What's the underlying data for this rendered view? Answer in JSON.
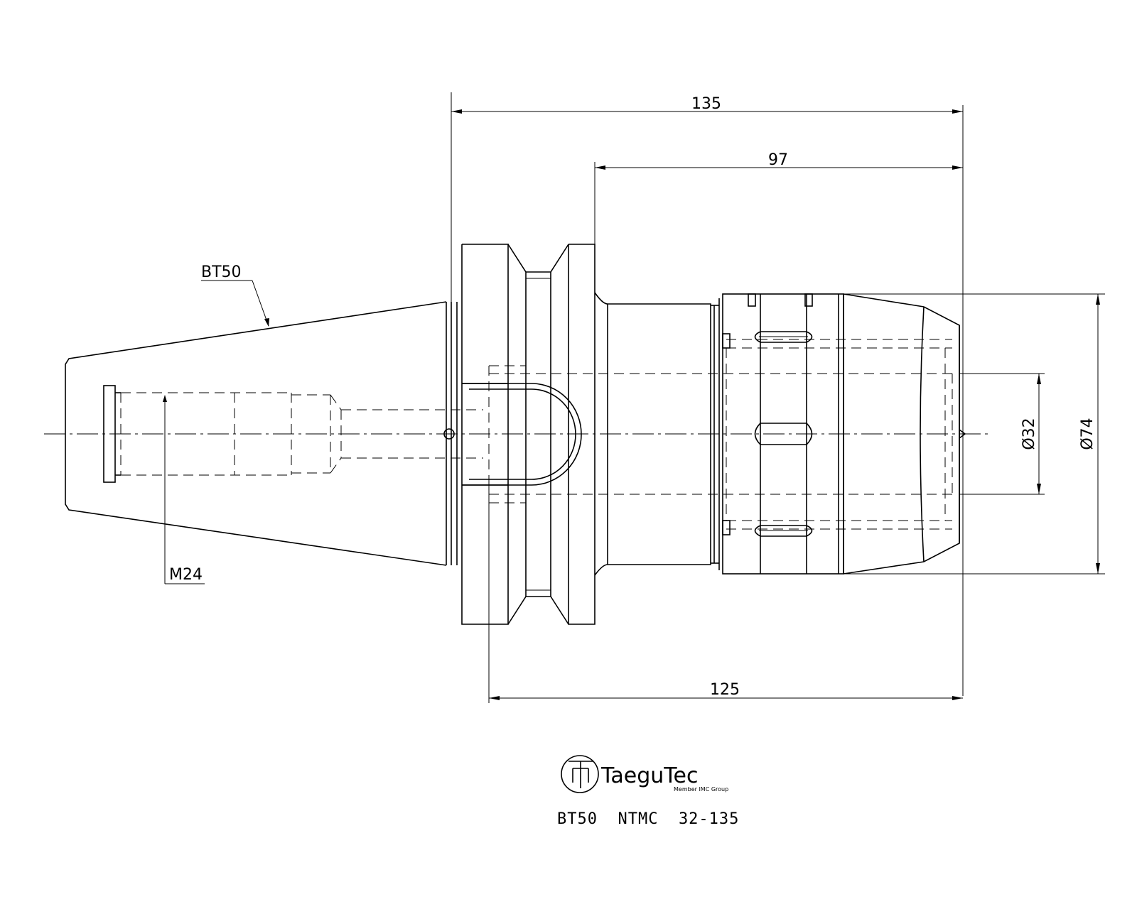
{
  "drawing": {
    "dimensions": {
      "overall_length": "135",
      "clamp_length": "97",
      "gauge_length": "125",
      "bore_diameter": "Ø32",
      "body_diameter": "Ø74"
    },
    "callouts": {
      "taper": "BT50",
      "thread": "M24"
    },
    "logo": {
      "brand": "TaeguTec",
      "tagline": "Member IMC Group"
    },
    "part_number": "BT50  NTMC  32-135"
  }
}
